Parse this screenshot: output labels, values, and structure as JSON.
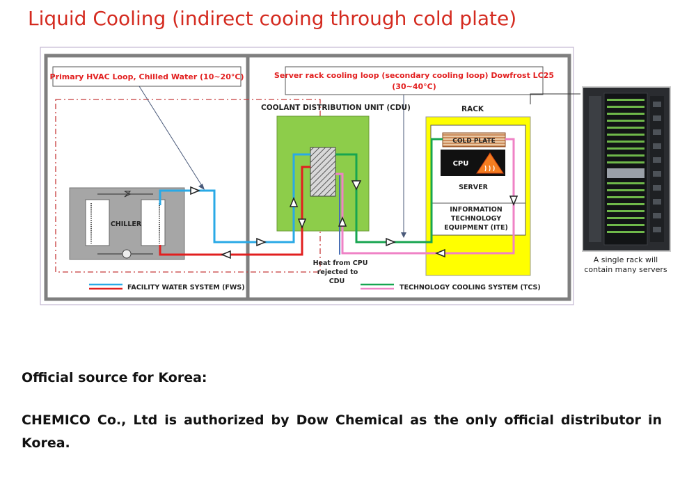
{
  "title": "Liquid Cooling (indirect cooing through cold plate)",
  "diagram": {
    "primary_loop_label": "Primary HVAC Loop, Chilled Water (10~20°C)",
    "secondary_loop_label_line1": "Server rack cooling loop (secondary cooling loop) Dowfrost LC25",
    "secondary_loop_label_line2": "(30~40°C)",
    "cdu_label": "COOLANT DISTRIBUTION UNIT (CDU)",
    "rack_label": "RACK",
    "cold_plate_label": "COLD PLATE",
    "cpu_label": "CPU",
    "server_label": "SERVER",
    "ite_line1": "INFORMATION",
    "ite_line2": "TECHNOLOGY",
    "ite_line3": "EQUIPMENT (ITE)",
    "chiller_label": "CHILLER",
    "heat_line1": "Heat from CPU",
    "heat_line2": "rejected to",
    "heat_line3": "CDU",
    "fws_legend": "FACILITY WATER SYSTEM (FWS)",
    "tcs_legend": "TECHNOLOGY COOLING SYSTEM (TCS)",
    "rack_caption": "A single rack will contain many servers"
  },
  "colors": {
    "title": "#d42a1f",
    "facility_blue": "#29a9e6",
    "facility_red": "#e21f1f",
    "tcs_green": "#17a550",
    "tcs_pink": "#ef82c6",
    "cdu_green": "#8dcd4a",
    "rack_yellow": "#ffff00",
    "frame_gray": "#7f7f7f",
    "dashdot_red": "#c53a3a"
  },
  "source": {
    "heading": "Official source for Korea:",
    "body": "CHEMICO Co., Ltd is authorized by Dow Chemical as the only official distributor in Korea."
  }
}
